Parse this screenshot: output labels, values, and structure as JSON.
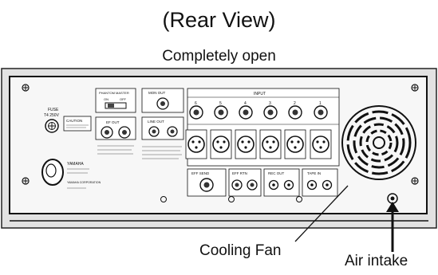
{
  "header": {
    "title": "(Rear View)",
    "subtitle": "Completely open"
  },
  "callouts": {
    "cooling_fan": "Cooling Fan",
    "air_intake": "Air intake"
  },
  "panel": {
    "fuse_label": "FUSE",
    "fuse_rating": "T4 250V",
    "caution_heading": "CAUTION",
    "phantom_label": "PHANTOM MASTER",
    "phantom_on": "ON",
    "phantom_off": "OFF",
    "eff_out_label": "EF OUT",
    "mon_out_label": "MON OUT",
    "line_out_label": "LINE OUT",
    "input_label": "INPUT",
    "eff_send_label": "EFF SEND",
    "eff_rtn_label": "EFF RTN",
    "rec_out_label": "REC OUT",
    "tape_in_label": "TAPE IN",
    "brand_label": "YAMAHA",
    "corp_label": "YAMAHA CORPORATION",
    "input_numbers": [
      "6",
      "5",
      "4",
      "3",
      "2",
      "1"
    ]
  }
}
